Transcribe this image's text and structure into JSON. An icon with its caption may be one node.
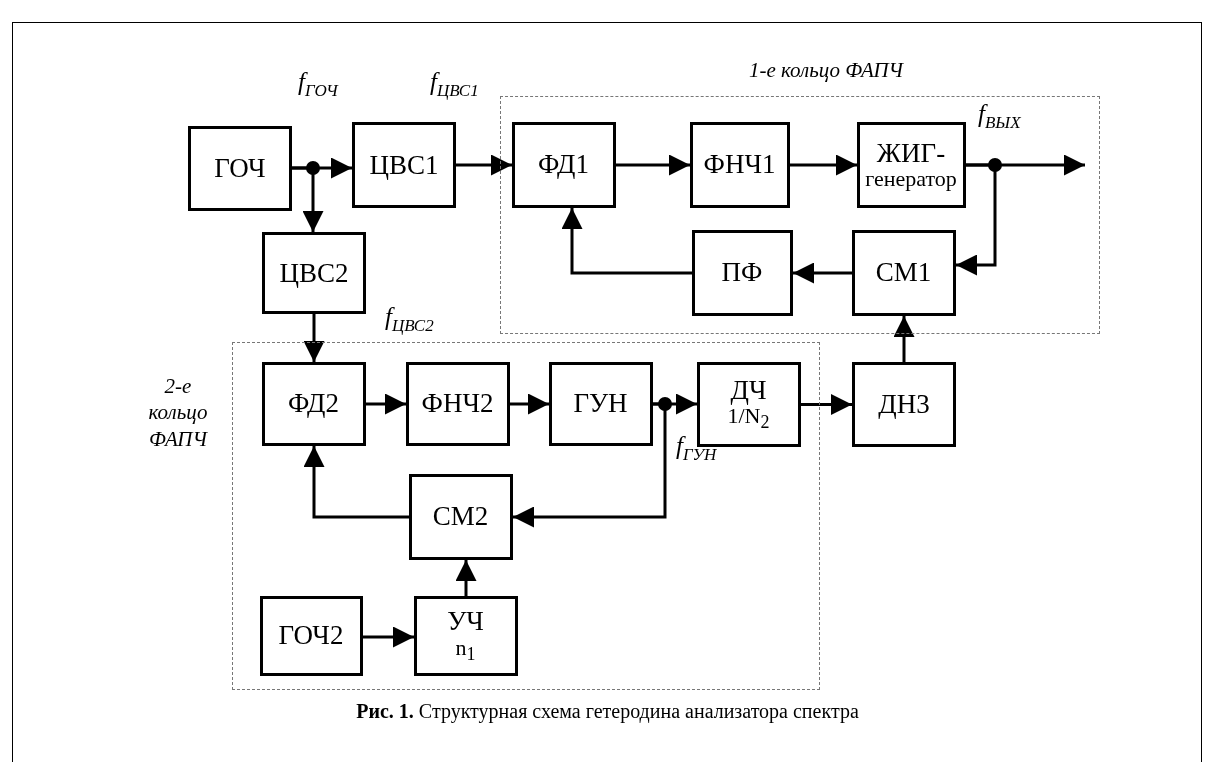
{
  "diagram": {
    "caption": "**Рис. 1.** Структурная схема гетеродина анализатора спектра",
    "nodes": [
      {
        "text": [
          "1-е кольцо ФАПЧ"
        ]
      },
      {
        "text": [
          "ГОЧ"
        ]
      },
      {
        "text": [
          "ЦВС1"
        ]
      },
      {
        "text": [
          "ЦВС2"
        ]
      },
      {
        "text": [
          "ФД1"
        ],
        "in": 0
      },
      {
        "text": [
          "ФНЧ1"
        ],
        "in": 0
      },
      {
        "text": [
          "ЖИГ-",
          "генератор"
        ],
        "in": 0
      },
      {
        "text": [
          "ПФ"
        ],
        "in": 0
      },
      {
        "text": [
          "СМ1"
        ],
        "in": 0
      },
      {
        "text": [
          "2-е кольцо ФАПЧ"
        ]
      },
      {
        "text": [
          "ФД2"
        ],
        "in": 9
      },
      {
        "text": [
          "ФНЧ2"
        ],
        "in": 9
      },
      {
        "text": [
          "ГУН"
        ],
        "in": 9
      },
      {
        "text": [
          "ДЧ",
          "1/N$_{2}$"
        ],
        "in": 9
      },
      {
        "text": [
          "ДН3"
        ]
      },
      {
        "text": [
          "СМ2"
        ],
        "in": 9
      },
      {
        "text": [
          "ГОЧ2"
        ],
        "in": 9
      },
      {
        "text": [
          "УЧ",
          "n$_{1}$"
        ],
        "in": 9
      }
    ],
    "edges": [
      {
        "from": 1,
        "to": 2,
        "arrow": "to"
      },
      {
        "from": 1,
        "to": 3,
        "arrow": "to"
      },
      {
        "from": 2,
        "to": 4,
        "arrow": "to"
      },
      {
        "from": 4,
        "to": 5,
        "arrow": "to"
      },
      {
        "from": 5,
        "to": 6,
        "arrow": "to"
      },
      {
        "from": 6,
        "to": null,
        "arrow": "to"
      },
      {
        "from": 6,
        "to": 8,
        "arrow": "to"
      },
      {
        "from": 8,
        "to": 7,
        "arrow": "to"
      },
      {
        "from": 7,
        "to": 4,
        "arrow": "to"
      },
      {
        "from": 14,
        "to": 8,
        "arrow": "to"
      },
      {
        "from": 3,
        "to": 10,
        "arrow": "to"
      },
      {
        "from": 10,
        "to": 11,
        "arrow": "to"
      },
      {
        "from": 11,
        "to": 12,
        "arrow": "to"
      },
      {
        "from": 12,
        "to": 13,
        "arrow": "to"
      },
      {
        "from": 13,
        "to": 14,
        "arrow": "to"
      },
      {
        "from": 12,
        "to": 15,
        "arrow": "to"
      },
      {
        "from": 15,
        "to": 10,
        "arrow": "to"
      },
      {
        "from": 16,
        "to": 17,
        "arrow": "to"
      },
      {
        "from": 17,
        "to": 15,
        "arrow": "to"
      }
    ],
    "labels": [
      "f$_{ГОЧ}$",
      "f$_{ЦВС1}$",
      "f$_{ВЫХ}$",
      "f$_{ЦВС2}$",
      "f$_{ГУН}$"
    ]
  }
}
